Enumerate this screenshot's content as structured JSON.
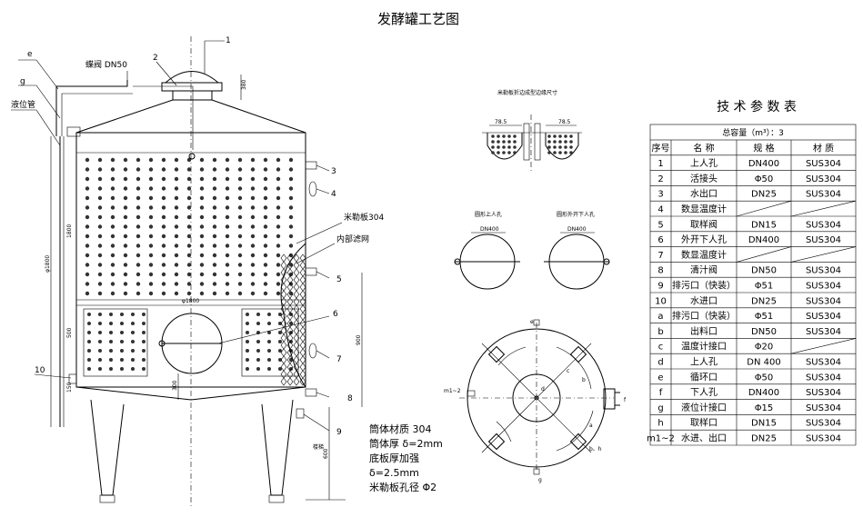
{
  "title": "发酵罐工艺图",
  "callouts": {
    "label_e": "e",
    "label_g": "g",
    "butterfly_valve": "蝶阀 DN50",
    "level_tube": "液位管",
    "dimple_plate": "米勒板304",
    "inner_filter": "内部滤网",
    "num_1": "1",
    "num_2": "2",
    "num_3": "3",
    "num_4": "4",
    "num_5": "5",
    "num_6": "6",
    "num_7": "7",
    "num_8": "8",
    "num_9": "9",
    "num_10": "10",
    "ladder": "楼梯"
  },
  "dimensions": {
    "d_top": "380",
    "d_shell": "1800",
    "d_total": "φ1800",
    "d_dia": "φ1800",
    "d_low1": "500",
    "d_low2": "300",
    "d_low3": "300",
    "d_low4": "150",
    "d_right": "900",
    "d_leg": "600",
    "d_inner": "300"
  },
  "notes": {
    "line1": "筒体材质 304",
    "line2": "筒体厚 δ=2mm",
    "line3": "底板厚加强",
    "line4": "δ=2.5mm",
    "line5": "米勒板孔径 Φ2"
  },
  "detail_views": {
    "dimple_title": "米勒板折边成型边缘尺寸",
    "dim_a": "78.5",
    "dim_b": "78.5",
    "round_manhole": "圆形上人孔",
    "round_manhole_dim": "DN400",
    "out_manhole": "圆形外开下人孔",
    "out_manhole_dim": "DN400"
  },
  "plan_view": {
    "label_e": "e",
    "label_c": "c",
    "label_b": "b",
    "label_d": "d",
    "label_f": "f",
    "label_g": "g",
    "label_m": "m1~2",
    "label_bh": "b、h",
    "label_a": "a"
  },
  "table": {
    "title": "技 术 参 数 表",
    "capacity": "总容量（m³）：3",
    "headers": [
      "序号",
      "名 称",
      "规 格",
      "材 质"
    ],
    "rows": [
      [
        "1",
        "上人孔",
        "DN400",
        "SUS304"
      ],
      [
        "2",
        "活接头",
        "Φ50",
        "SUS304"
      ],
      [
        "3",
        "水出口",
        "DN25",
        "SUS304"
      ],
      [
        "4",
        "数显温度计",
        "",
        ""
      ],
      [
        "5",
        "取样阀",
        "DN15",
        "SUS304"
      ],
      [
        "6",
        "外开下人孔",
        "DN400",
        "SUS304"
      ],
      [
        "7",
        "数显温度计",
        "",
        ""
      ],
      [
        "8",
        "清汁阀",
        "DN50",
        "SUS304"
      ],
      [
        "9",
        "排污口（快装）",
        "Φ51",
        "SUS304"
      ],
      [
        "10",
        "水进口",
        "DN25",
        "SUS304"
      ],
      [
        "a",
        "排污口（快装）",
        "Φ51",
        "SUS304"
      ],
      [
        "b",
        "出料口",
        "DN50",
        "SUS304"
      ],
      [
        "c",
        "温度计接口",
        "Φ20",
        ""
      ],
      [
        "d",
        "上人孔",
        "DN 400",
        "SUS304"
      ],
      [
        "e",
        "循环口",
        "Φ50",
        "SUS304"
      ],
      [
        "f",
        "下人孔",
        "DN400",
        "SUS304"
      ],
      [
        "g",
        "液位计接口",
        "Φ15",
        "SUS304"
      ],
      [
        "h",
        "取样口",
        "DN15",
        "SUS304"
      ],
      [
        "m1~2",
        "水进、出口",
        "DN25",
        "SUS304"
      ]
    ]
  }
}
